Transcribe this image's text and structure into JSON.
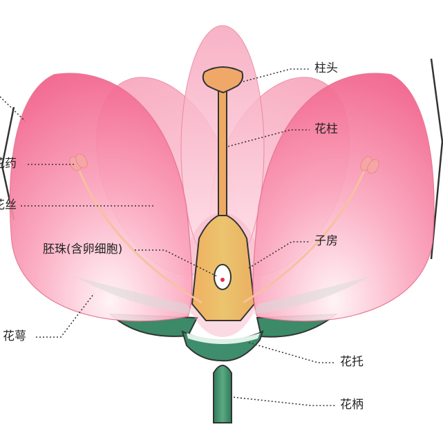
{
  "diagram": {
    "labels": {
      "stigma": "柱头",
      "style": "花柱",
      "anther": "花药",
      "filament": "花丝",
      "ovule": "胚珠(含卵细胞)",
      "ovary": "子房",
      "sepal": "花萼",
      "receptacle": "花托",
      "pedicel": "花柄"
    },
    "colors": {
      "petal_pink": "#f2608a",
      "petal_light": "#ffe3ea",
      "pistil_orange": "#f0a868",
      "ovary_yellow": "#e8c068",
      "sepal_green": "#3c8a68",
      "stem_green": "#4a9a74",
      "outline": "#333333"
    }
  }
}
